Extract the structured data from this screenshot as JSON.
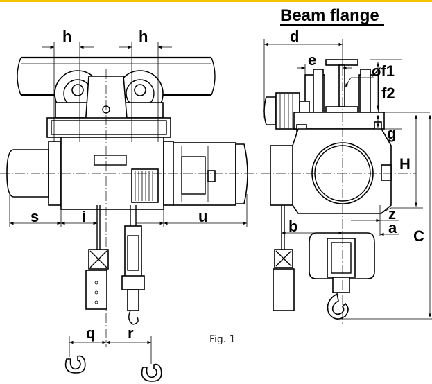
{
  "diagram": {
    "title": "Beam flange",
    "caption": "Fig. 1",
    "accent_color": "#f5c400",
    "labels": {
      "h_left": "h",
      "h_right": "h",
      "s": "s",
      "i": "i",
      "u": "u",
      "q": "q",
      "r": "r",
      "d": "d",
      "e": "e",
      "f1": "øf1",
      "f2": "f2",
      "g": "g",
      "H": "H",
      "z": "z",
      "a": "a",
      "b": "b",
      "C": "C"
    }
  }
}
